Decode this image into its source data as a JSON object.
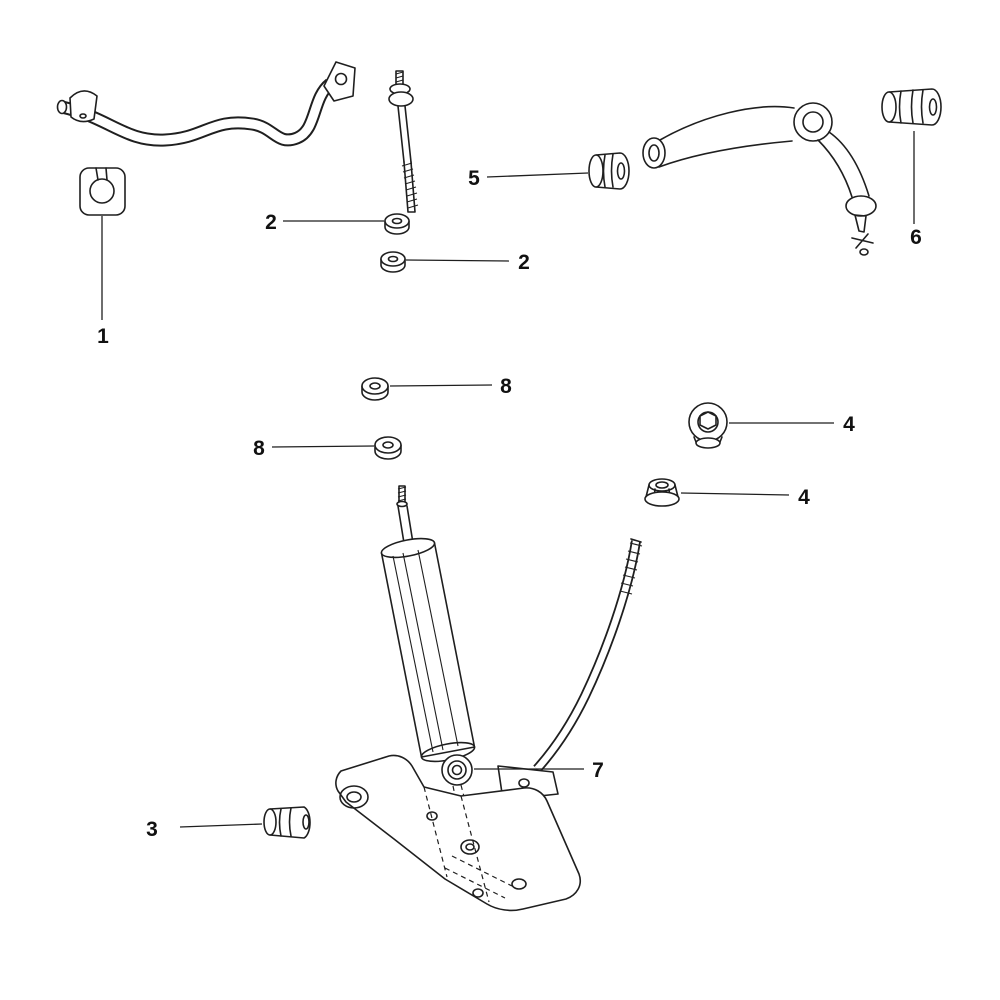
{
  "diagram": {
    "type": "exploded-parts-diagram",
    "background_color": "#ffffff",
    "line_color": "#1f1f1f",
    "callouts": {
      "c1": "1",
      "c2a": "2",
      "c2b": "2",
      "c3": "3",
      "c4a": "4",
      "c4b": "4",
      "c5": "5",
      "c6": "6",
      "c7": "7",
      "c8a": "8",
      "c8b": "8"
    }
  }
}
